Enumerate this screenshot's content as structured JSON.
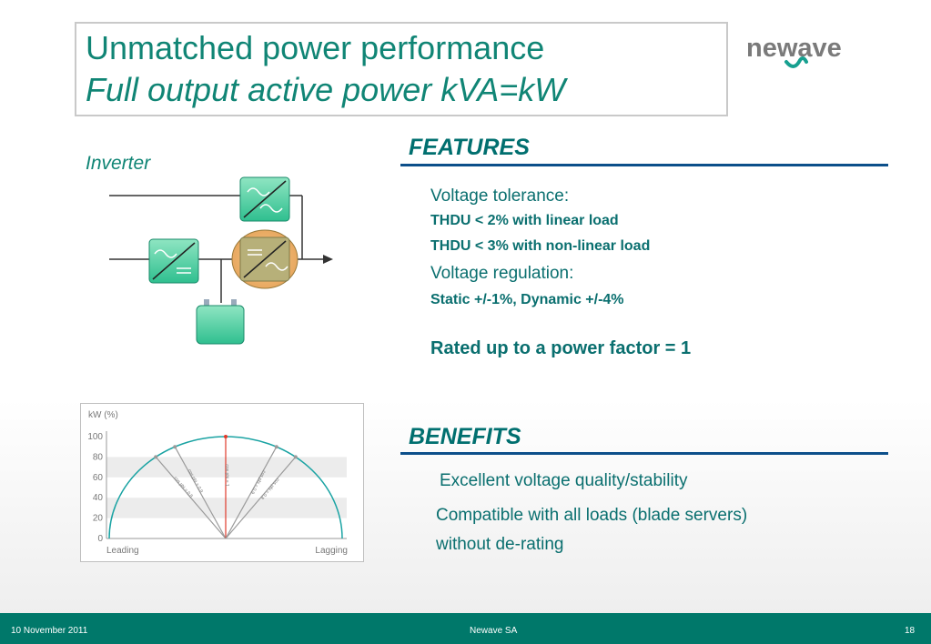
{
  "title": {
    "line1": "Unmatched power performance",
    "line2": "Full output active power kVA=kW"
  },
  "logo": {
    "text": "newave"
  },
  "inverter": {
    "label": "Inverter"
  },
  "features": {
    "heading": "FEATURES",
    "voltage_tolerance": "Voltage tolerance:",
    "thdu_linear": "THDU < 2% with linear load",
    "thdu_nonlinear": "THDU < 3% with non-linear load",
    "voltage_regulation": "Voltage regulation:",
    "static_dynamic": "Static +/-1%,  Dynamic +/-4%",
    "rated": "Rated up to a power factor = 1"
  },
  "benefits": {
    "heading": "BENEFITS",
    "item1": "Excellent voltage quality/stability",
    "item2_line1": "Compatible with all loads (blade servers)",
    "item2_line2": "without de-rating"
  },
  "chart_data": {
    "type": "area",
    "ylabel": "kW (%)",
    "yticks": [
      0,
      20,
      40,
      60,
      80,
      100
    ],
    "ylim": [
      0,
      100
    ],
    "xlabel_left": "Leading",
    "xlabel_right": "Lagging",
    "grid": true,
    "curve": "semicircle",
    "rays": [
      {
        "label": "cos phi = 0.8",
        "power_factor": 0.8,
        "side": "leading",
        "color": "#9a9a9a"
      },
      {
        "label": "cos phi = 0.9",
        "power_factor": 0.9,
        "side": "leading",
        "color": "#9a9a9a"
      },
      {
        "label": "cos phi = 1",
        "power_factor": 1.0,
        "side": "center",
        "color": "#e03a2a"
      },
      {
        "label": "cos phi = 0.9",
        "power_factor": 0.9,
        "side": "lagging",
        "color": "#9a9a9a"
      },
      {
        "label": "cos phi = 0.8",
        "power_factor": 0.8,
        "side": "lagging",
        "color": "#9a9a9a"
      }
    ],
    "curve_color": "#1aa3a3"
  },
  "footer": {
    "date": "10 November 2011",
    "company": "Newave  SA",
    "page": "18"
  }
}
